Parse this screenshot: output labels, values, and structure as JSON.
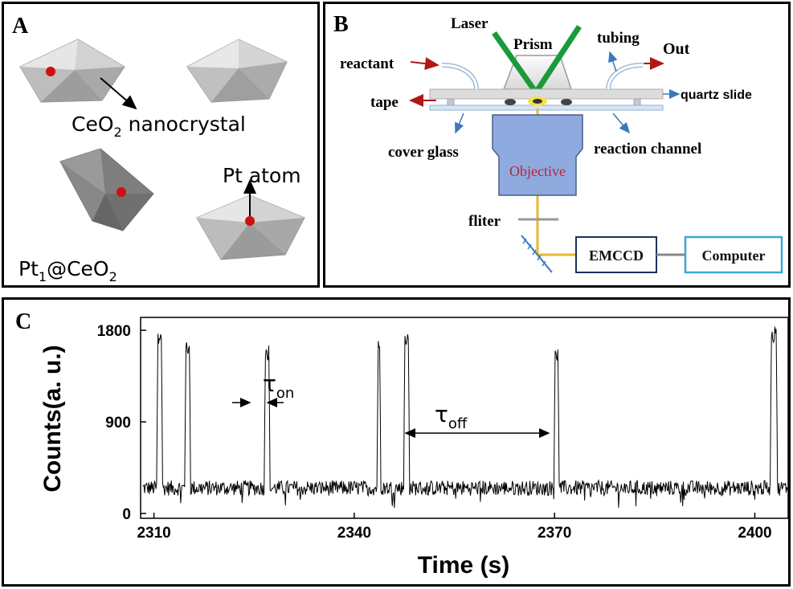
{
  "panel_a": {
    "letter": "A",
    "nanocrystal_label": "CeO",
    "nanocrystal_sub": "2",
    "nanocrystal_suffix": " nanocrystal",
    "pt_atom_label": "Pt atom",
    "formula_pre": "Pt",
    "formula_sub1": "1",
    "formula_mid": "@CeO",
    "formula_sub2": "2",
    "pt_color": "#cc1111"
  },
  "panel_b": {
    "letter": "B",
    "laser": "Laser",
    "prism": "Prism",
    "tubing": "tubing",
    "out": "Out",
    "reactant": "reactant",
    "tape": "tape",
    "quartz_slide": "quartz slide",
    "cover_glass": "cover glass",
    "objective": "Objective",
    "reaction_channel": "reaction channel",
    "fliter": "fliter",
    "emccd": "EMCCD",
    "computer": "Computer",
    "colors": {
      "laser": "#1a9a3a",
      "beam": "#e8b830",
      "objective_fill": "#8eaadf",
      "emccd_border": "#1e2f5c",
      "computer_border": "#3aa7d6",
      "arrow_red": "#b01818",
      "arrow_blue": "#3a78b8"
    }
  },
  "panel_c": {
    "letter": "C",
    "tau_on_base": "τ",
    "tau_on_sub": "on",
    "tau_off_base": "τ",
    "tau_off_sub": "off"
  },
  "chart_data": {
    "type": "line",
    "xlabel": "Time (s)",
    "ylabel": "Counts(a. u.)",
    "xlim": [
      2308,
      2405
    ],
    "ylim": [
      0,
      1850
    ],
    "xticks": [
      2310,
      2340,
      2370,
      2400
    ],
    "yticks": [
      0,
      900,
      1800
    ],
    "baseline": 250,
    "noise": 75,
    "bursts": [
      {
        "start": 2310.4,
        "end": 2311.2,
        "height": 1780
      },
      {
        "start": 2314.6,
        "end": 2315.4,
        "height": 1700
      },
      {
        "start": 2326.5,
        "end": 2327.3,
        "height": 1660
      },
      {
        "start": 2343.4,
        "end": 2343.9,
        "height": 1720
      },
      {
        "start": 2347.4,
        "end": 2348.2,
        "height": 1820
      },
      {
        "start": 2369.9,
        "end": 2370.6,
        "height": 1660
      },
      {
        "start": 2402.3,
        "end": 2403.3,
        "height": 1840
      }
    ]
  }
}
